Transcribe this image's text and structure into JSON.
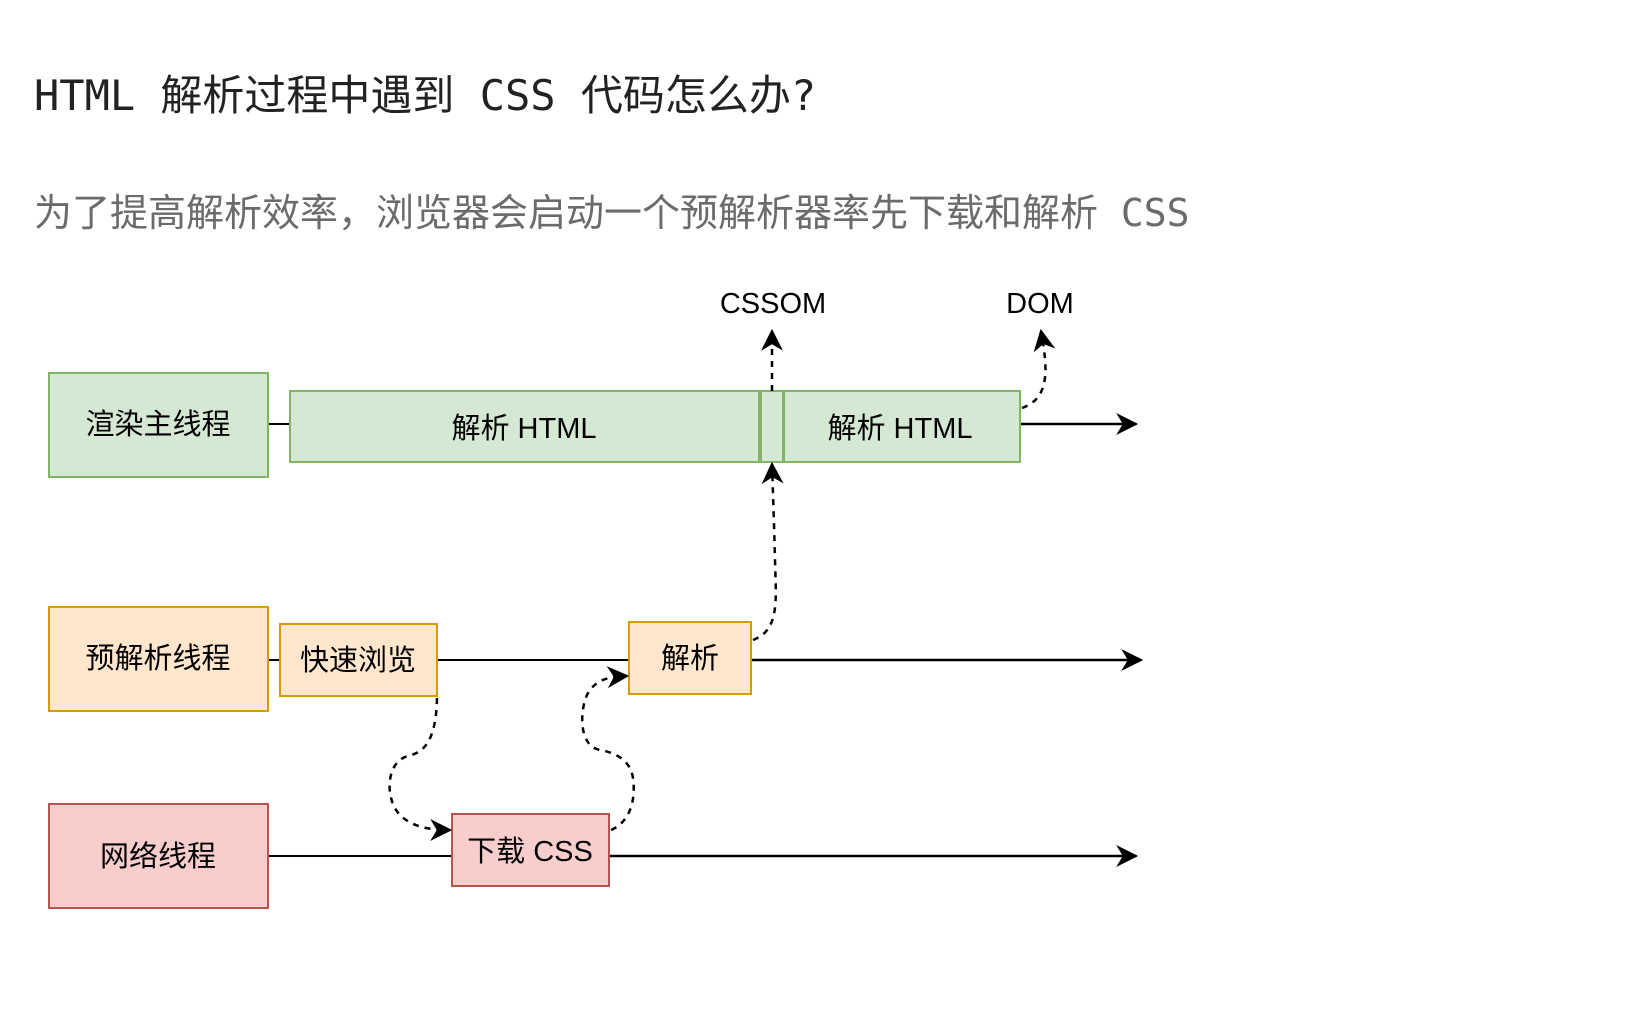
{
  "title": "HTML 解析过程中遇到 CSS 代码怎么办?",
  "subtitle": "为了提高解析效率，浏览器会启动一个预解析器率先下载和解析 CSS",
  "colors": {
    "main_fill": "#d5e8d4",
    "main_stroke": "#82b366",
    "pre_fill": "#ffe6cc",
    "pre_stroke": "#d79b00",
    "net_fill": "#f8cecc",
    "net_stroke": "#b85450",
    "line": "#000000"
  },
  "lanes": {
    "main_thread": "渲染主线程",
    "preparse_thread": "预解析线程",
    "network_thread": "网络线程"
  },
  "tasks": {
    "parse_html_1": "解析 HTML",
    "parse_html_2": "解析 HTML",
    "quick_browse": "快速浏览",
    "parse": "解析",
    "download_css": "下载 CSS"
  },
  "outputs": {
    "cssom": "CSSOM",
    "dom": "DOM"
  }
}
